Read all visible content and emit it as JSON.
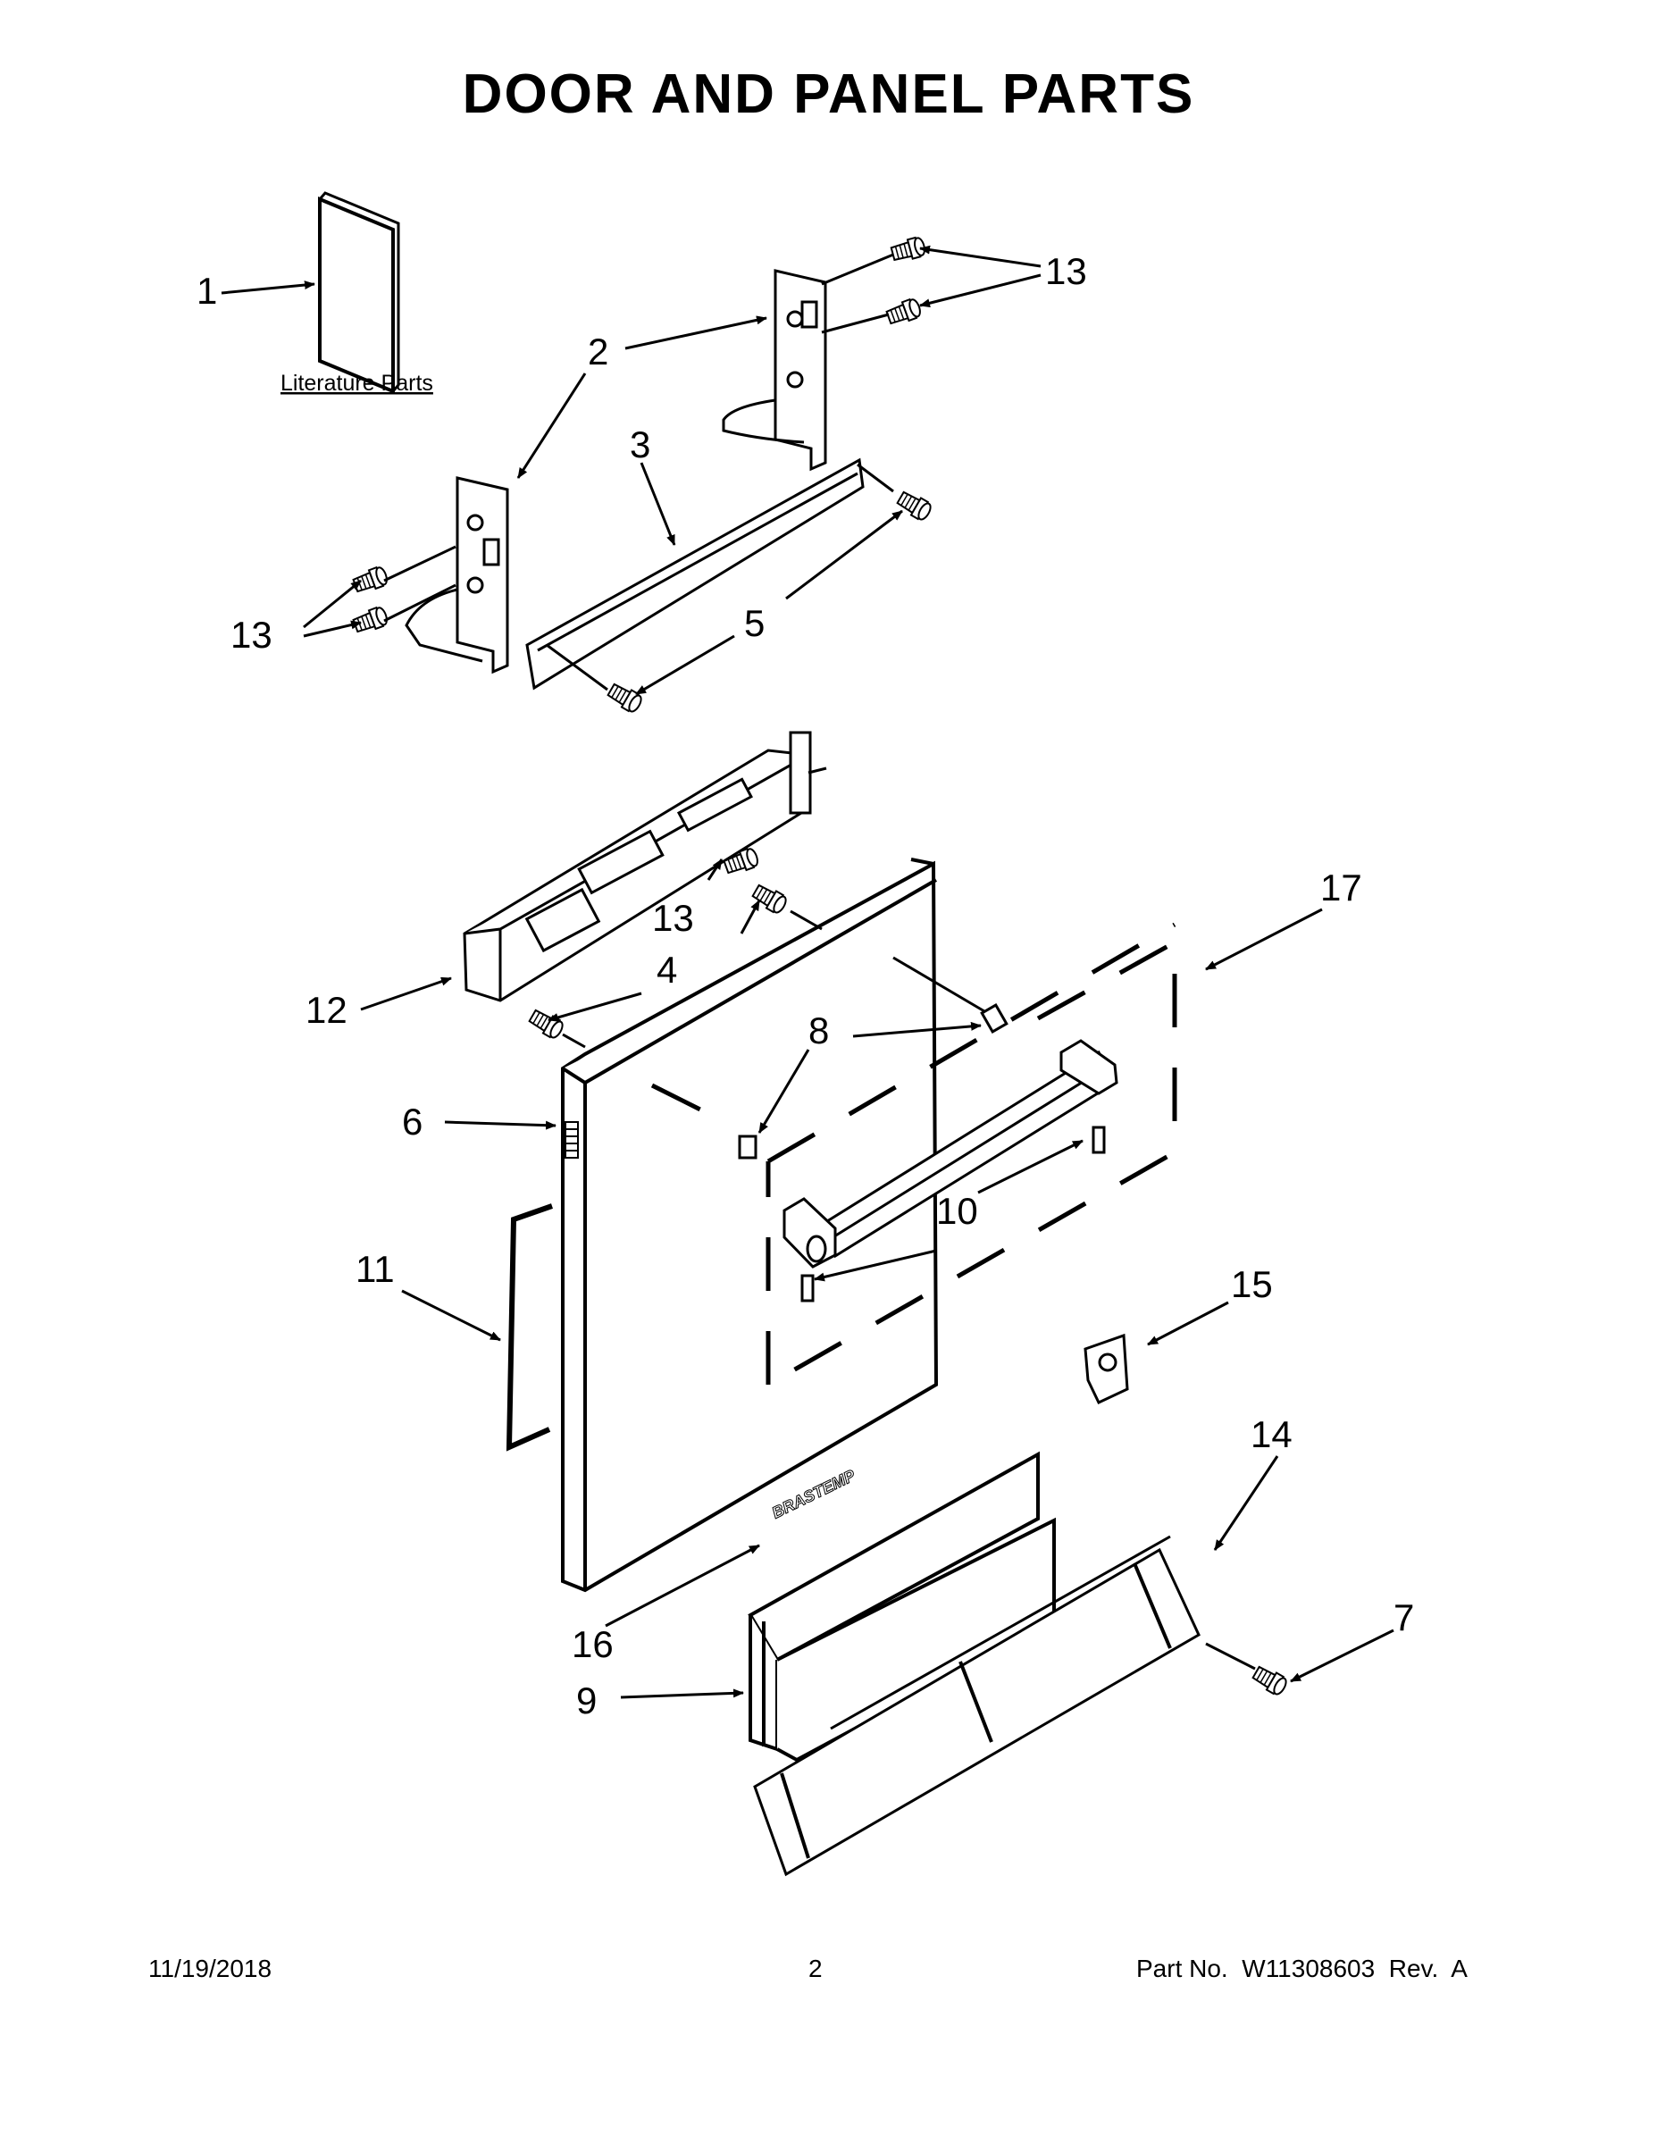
{
  "title": "DOOR AND PANEL PARTS",
  "literature_label": "Literature Parts",
  "brand_text": "BRASTEMP",
  "callouts": {
    "c1": "1",
    "c2": "2",
    "c3": "3",
    "c4": "4",
    "c5": "5",
    "c6": "6",
    "c7": "7",
    "c8": "8",
    "c9": "9",
    "c10": "10",
    "c11": "11",
    "c12": "12",
    "c13a": "13",
    "c13b": "13",
    "c13c": "13",
    "c14": "14",
    "c15": "15",
    "c16": "16",
    "c17": "17"
  },
  "footer": {
    "date": "11/19/2018",
    "page": "2",
    "part_no": "Part No.  W11308603  Rev.  A"
  }
}
